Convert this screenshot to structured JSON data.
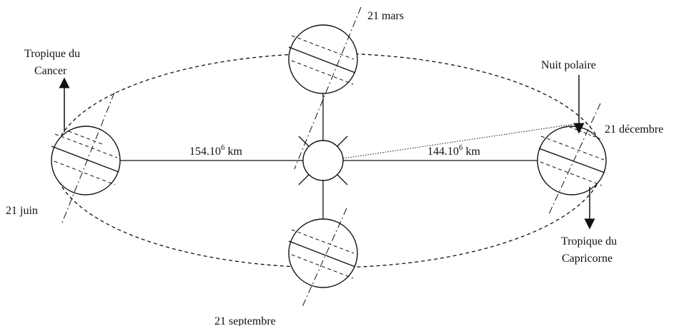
{
  "labels": {
    "mars": "21 mars",
    "juin": "21 juin",
    "septembre": "21 septembre",
    "decembre": "21 décembre",
    "tropique_cancer_line1": "Tropique du",
    "tropique_cancer_line2": "Cancer",
    "tropique_capricorne_line1": "Tropique du",
    "tropique_capricorne_line2": "Capricorne",
    "nuit_polaire": "Nuit polaire"
  },
  "distances": {
    "aphelion": {
      "value": "154.10",
      "exp": "6",
      "unit": " km"
    },
    "perihelion": {
      "value": "144.10",
      "exp": "6",
      "unit": " km"
    }
  }
}
